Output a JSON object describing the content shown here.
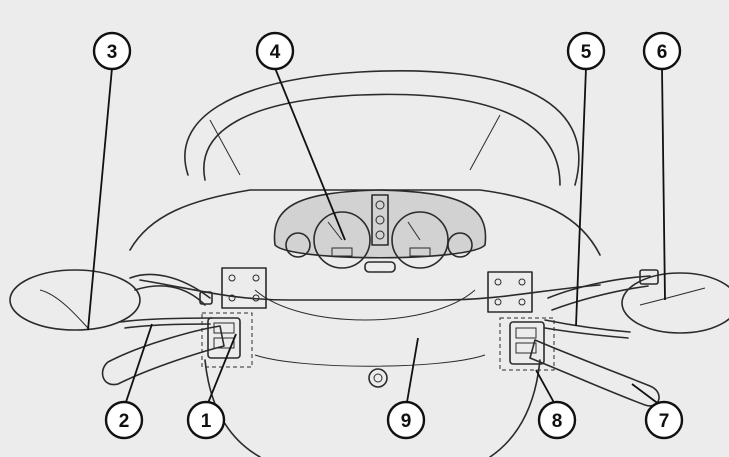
{
  "colors": {
    "background": "#ececec",
    "line": "#2b2b2b",
    "mirror_fill": "#bdbdbd",
    "grip_fill": "#9a9a9a",
    "dash_fill": "#d2d2d2"
  },
  "callouts": [
    {
      "id": "1",
      "label": "1"
    },
    {
      "id": "2",
      "label": "2"
    },
    {
      "id": "3",
      "label": "3"
    },
    {
      "id": "4",
      "label": "4"
    },
    {
      "id": "5",
      "label": "5"
    },
    {
      "id": "6",
      "label": "6"
    },
    {
      "id": "7",
      "label": "7"
    },
    {
      "id": "8",
      "label": "8"
    },
    {
      "id": "9",
      "label": "9"
    }
  ]
}
